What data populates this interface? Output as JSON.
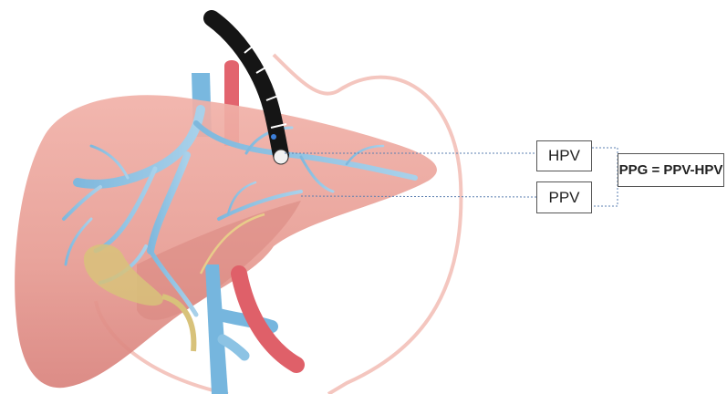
{
  "labels": {
    "hpv": "HPV",
    "ppv": "PPV",
    "formula": "PPG = PPV-HPV"
  },
  "colors": {
    "liver": "#e9a29a",
    "portal_vein": "#8ec0e0",
    "hepatic_vein": "#6fb3dc",
    "artery": "#e0666e",
    "gallbladder": "#d9c07a",
    "endoscope": "#111111",
    "stomach_outline": "#f0b7b0",
    "dashed_line": "#5b7fb0"
  }
}
